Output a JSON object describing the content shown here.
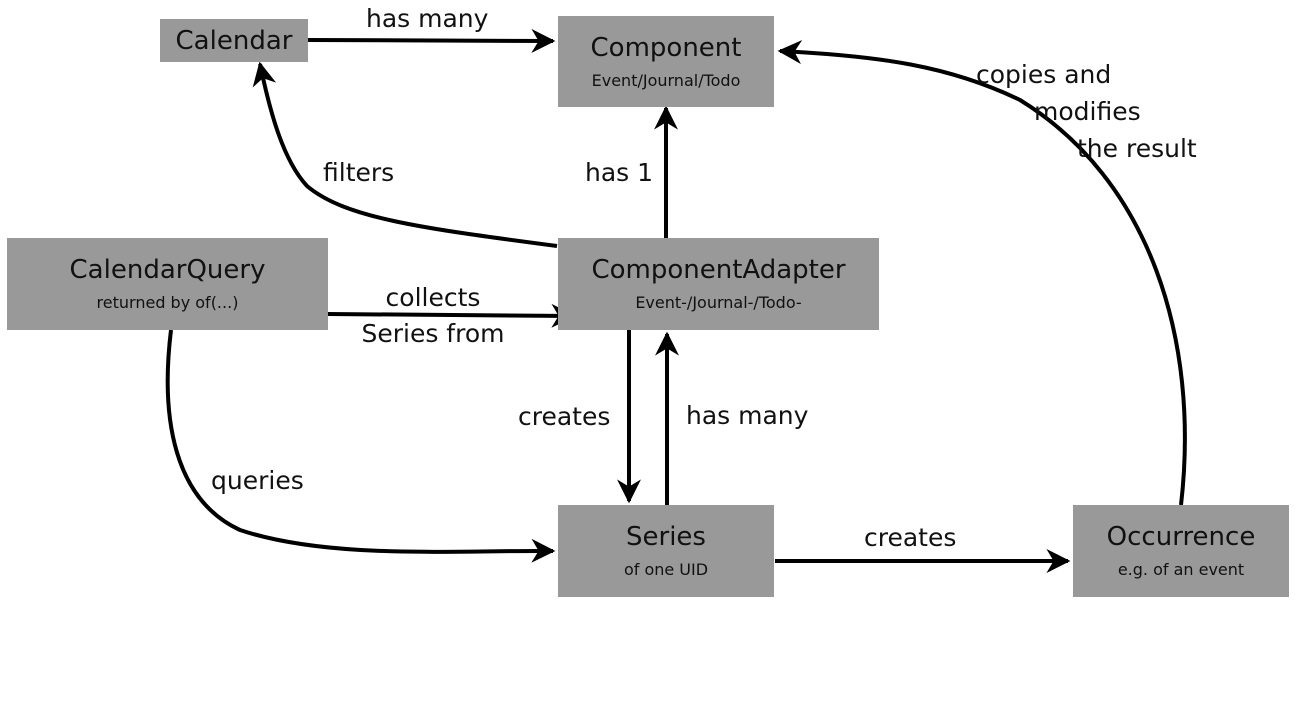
{
  "nodes": {
    "calendar": {
      "title": "Calendar"
    },
    "component": {
      "title": "Component",
      "subtitle": "Event/Journal/Todo"
    },
    "component_adapter": {
      "title": "ComponentAdapter",
      "subtitle": "Event-/Journal-/Todo-"
    },
    "calendar_query": {
      "title": "CalendarQuery",
      "subtitle": "returned by of(...)"
    },
    "series": {
      "title": "Series",
      "subtitle": "of one UID"
    },
    "occurrence": {
      "title": "Occurrence",
      "subtitle": "e.g. of an event"
    }
  },
  "edges": {
    "calendar_to_component": {
      "label": "has many"
    },
    "adapter_to_calendar": {
      "label": "filters"
    },
    "adapter_to_component": {
      "label": "has 1"
    },
    "query_to_adapter": {
      "label_line1": "collects",
      "label_line2": "Series from"
    },
    "adapter_to_series": {
      "label": "creates"
    },
    "series_to_adapter": {
      "label": "has many"
    },
    "query_to_series": {
      "label": "queries"
    },
    "series_to_occurrence": {
      "label": "creates"
    },
    "occurrence_to_component": {
      "label_line1": "copies and",
      "label_line2": "modifies",
      "label_line3": "the result"
    }
  },
  "colors": {
    "node_fill": "#999999",
    "edge_stroke": "#000000",
    "text": "#111111",
    "background": "#ffffff"
  }
}
